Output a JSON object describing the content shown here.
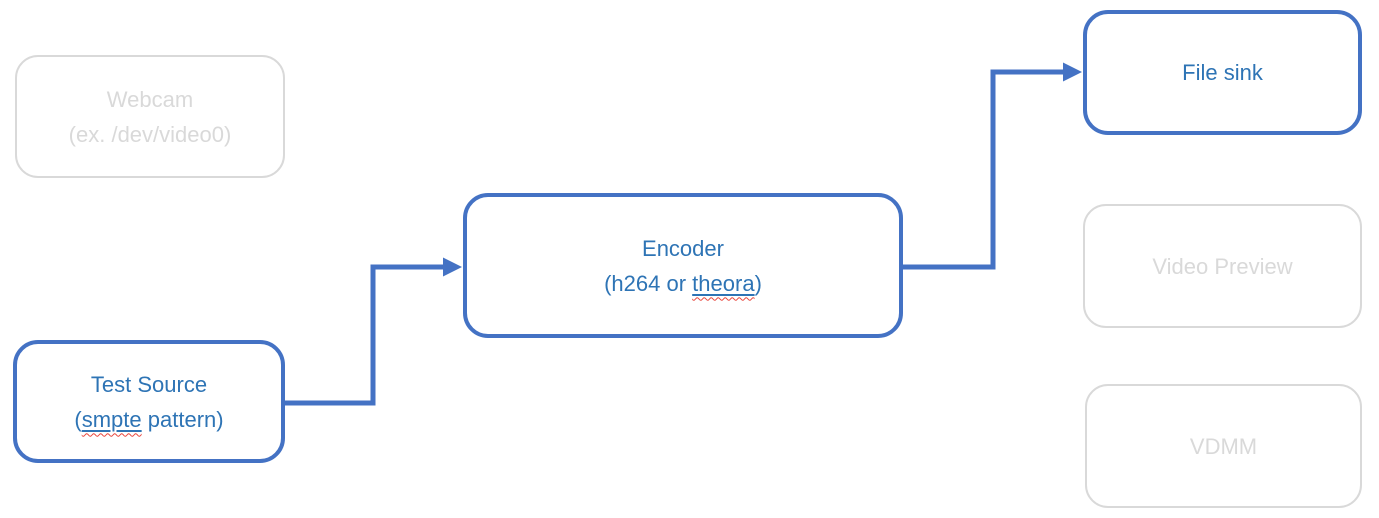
{
  "colors": {
    "accent_stroke": "#4472C4",
    "active_text": "#2E74B5",
    "inactive_gray": "#D9D9D9",
    "spellcheck_red": "#E8453C"
  },
  "nodes": [
    {
      "id": "webcam",
      "state": "inactive",
      "line1": "Webcam",
      "line2": "(ex. /dev/video0)"
    },
    {
      "id": "test-source",
      "state": "active",
      "line1": "Test Source",
      "line2_prefix": "(",
      "line2_word": "smpte",
      "line2_suffix": " pattern)"
    },
    {
      "id": "encoder",
      "state": "active",
      "line1": "Encoder",
      "line2_prefix": "(h264 or ",
      "line2_word": "theora",
      "line2_suffix": ")"
    },
    {
      "id": "file-sink",
      "state": "active",
      "line1": "File sink"
    },
    {
      "id": "video-preview",
      "state": "inactive",
      "line1": "Video Preview"
    },
    {
      "id": "vdmm",
      "state": "inactive",
      "line1": "VDMM"
    }
  ],
  "edges": [
    {
      "from": "Test Source (smpte pattern)",
      "to": "Encoder (h264 or theora)"
    },
    {
      "from": "Encoder (h264 or theora)",
      "to": "File sink"
    }
  ]
}
